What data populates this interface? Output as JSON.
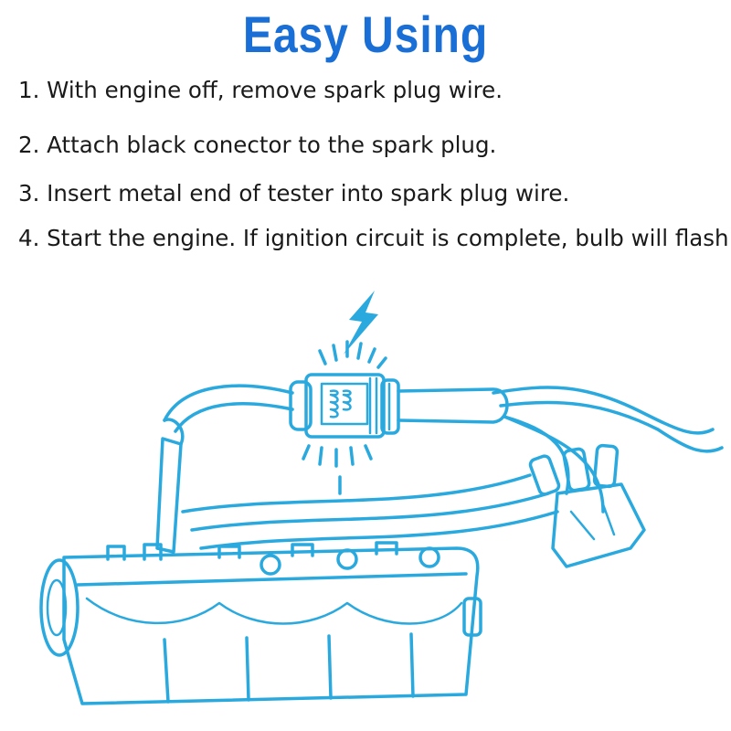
{
  "title": "Easy Using",
  "steps": [
    "1. With engine off, remove spark plug wire.",
    "2. Attach black conector to the spark plug.",
    "3. Insert metal end of tester into spark plug wire.",
    "4. Start the engine. If ignition circuit is complete, bulb will flash."
  ],
  "colors": {
    "title": "#1a6fd6",
    "illustration": "#2aa9de",
    "text": "#1a1a1a"
  },
  "illustration": {
    "icons": [
      "lightning-bolt-icon",
      "spark-tester",
      "engine-block",
      "distributor-cap"
    ]
  }
}
